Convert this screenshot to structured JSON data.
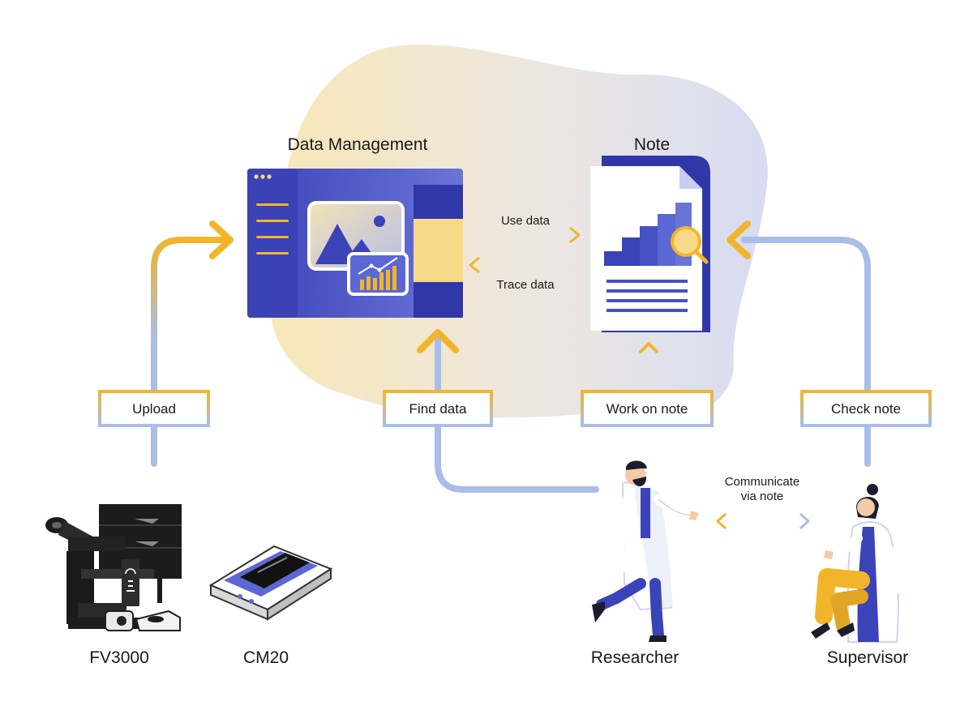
{
  "labels": {
    "data_management": "Data Management",
    "note": "Note",
    "use_data": "Use data",
    "trace_data": "Trace data",
    "upload": "Upload",
    "find_data": "Find data",
    "work_on_note": "Work on note",
    "check_note": "Check note",
    "communicate_line1": "Communicate",
    "communicate_line2": "via note",
    "fv3000": "FV3000",
    "cm20": "CM20",
    "researcher": "Researcher",
    "supervisor": "Supervisor"
  },
  "colors": {
    "accent_yellow": "#f2b52a",
    "light_blue": "#a9bde8",
    "deep_blue": "#3b43b8",
    "mid_blue": "#5b67d2",
    "panel_yellow": "#f7d98a",
    "instrument_black": "#1c1c1c"
  },
  "icons": {
    "data_management_app": "app-window-icon",
    "note_document": "note-document-icon",
    "magnifier": "magnifier-icon",
    "microscope": "microscope-icon",
    "scanner": "scanner-icon",
    "researcher": "researcher-figure-icon",
    "supervisor": "supervisor-figure-icon"
  }
}
